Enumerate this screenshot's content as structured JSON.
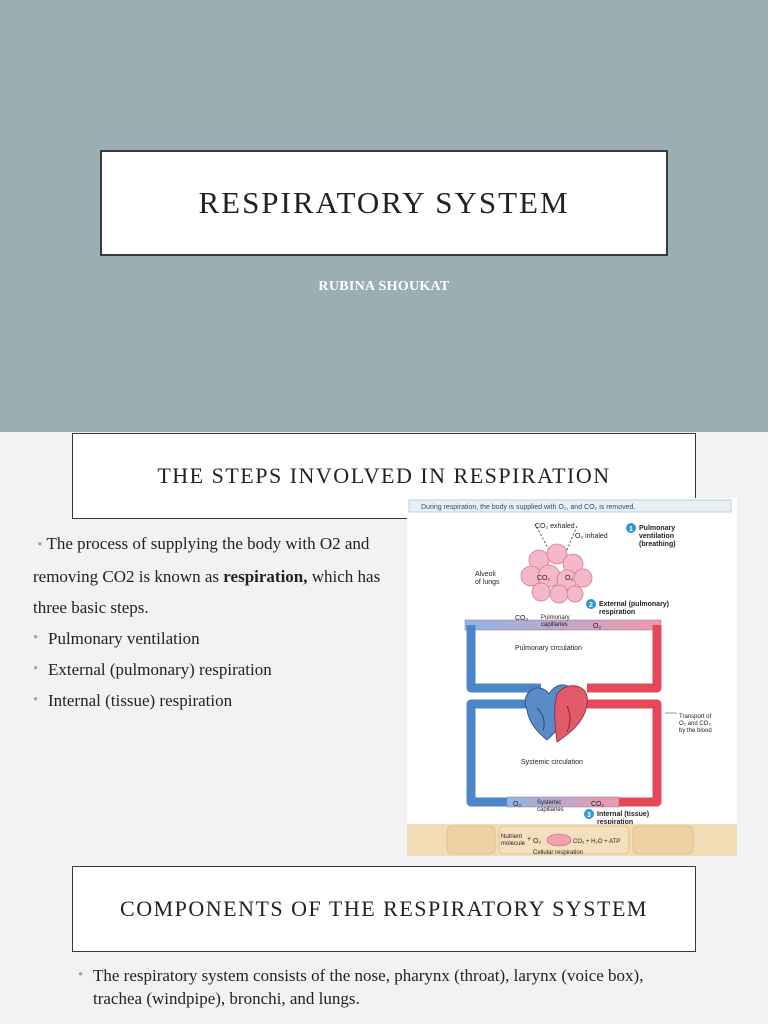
{
  "slide1": {
    "title": "Respiratory System",
    "author": "RUBINA SHOUKAT"
  },
  "slide2": {
    "heading": "The Steps Involved in Respiration",
    "intro_before": "The process of supplying the body with O2 and removing CO2 is known as ",
    "intro_bold": "respiration,",
    "intro_after": " which has three basic steps.",
    "steps": [
      "Pulmonary ventilation",
      "External (pulmonary) respiration",
      "Internal (tissue) respiration"
    ],
    "bullet_symbol": "•",
    "diagram": {
      "caption": "During respiration, the body is supplied with O₂, and CO₂ is removed.",
      "co2_exhaled": "CO₂ exhaled",
      "o2_inhaled": "O₂ inhaled",
      "step1_num": "1",
      "step1_label_a": "Pulmonary",
      "step1_label_b": "ventilation",
      "step1_label_c": "(breathing)",
      "alveoli_a": "Alveoli",
      "alveoli_b": "of lungs",
      "co2": "CO₂",
      "o2": "O₂",
      "step2_num": "2",
      "step2_label_a": "External (pulmonary)",
      "step2_label_b": "respiration",
      "pulm_cap_a": "Pulmonary",
      "pulm_cap_b": "capillaries",
      "pulm_circ": "Pulmonary circulation",
      "transport_a": "Transport of",
      "transport_b": "O₂ and CO₂",
      "transport_c": "by the blood",
      "sys_circ": "Systemic circulation",
      "sys_cap_a": "Systemic",
      "sys_cap_b": "capillaries",
      "step3_num": "3",
      "step3_label_a": "Internal (tissue)",
      "step3_label_b": "respiration",
      "nutrient_a": "Nutrient",
      "nutrient_b": "molecule",
      "equation": "CO₂ + H₂O + ATP",
      "cellular": "Cellular respiration",
      "plus": "+"
    }
  },
  "slide3": {
    "heading": "Components of the Respiratory System",
    "paragraph": "The respiratory system consists of the nose, pharynx (throat), larynx (voice box), trachea (windpipe), bronchi, and lungs."
  },
  "colors": {
    "title_bg": "#9aaeb4",
    "bullet": "#9aa9ae",
    "oxygenated": "#e4485a",
    "deoxygenated": "#4a86c8",
    "step_badge": "#2a9ad4"
  }
}
